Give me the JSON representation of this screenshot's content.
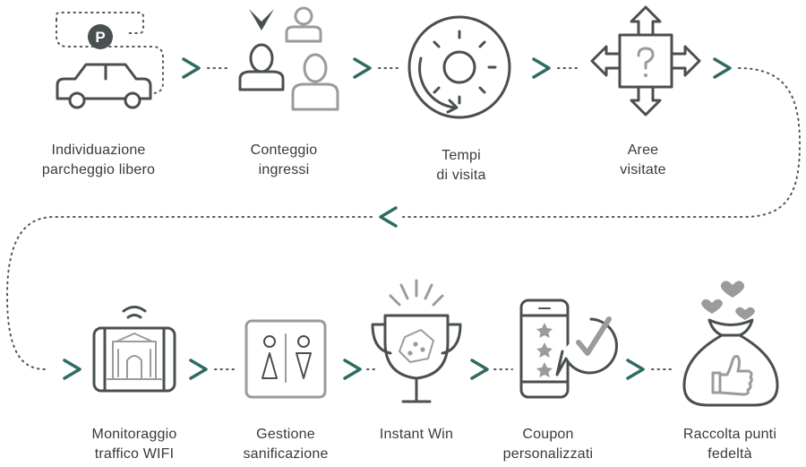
{
  "steps": [
    {
      "line1": "Individuazione",
      "line2": "parcheggio libero",
      "icon": "car-parking-icon"
    },
    {
      "line1": "Conteggio",
      "line2": "ingressi",
      "icon": "people-count-icon"
    },
    {
      "line1": "Tempi",
      "line2": "di visita",
      "icon": "visit-time-icon"
    },
    {
      "line1": "Aree",
      "line2": "visitate",
      "icon": "visited-areas-icon"
    },
    {
      "line1": "Monitoraggio",
      "line2": "traffico WIFI",
      "icon": "wifi-monitor-icon"
    },
    {
      "line1": "Gestione",
      "line2": "sanificazione",
      "icon": "restroom-icon"
    },
    {
      "line1": "Instant Win",
      "line2": "",
      "icon": "trophy-dice-icon"
    },
    {
      "line1": "Coupon",
      "line2": "personalizzati",
      "icon": "phone-coupon-icon"
    },
    {
      "line1": "Raccolta punti",
      "line2": "fedeltà",
      "icon": "loyalty-bag-icon"
    }
  ],
  "parking_letter": "P",
  "colors": {
    "accent": "#2e6b63",
    "icon_dark": "#4a4f52",
    "icon_light": "#9b9b9b"
  }
}
